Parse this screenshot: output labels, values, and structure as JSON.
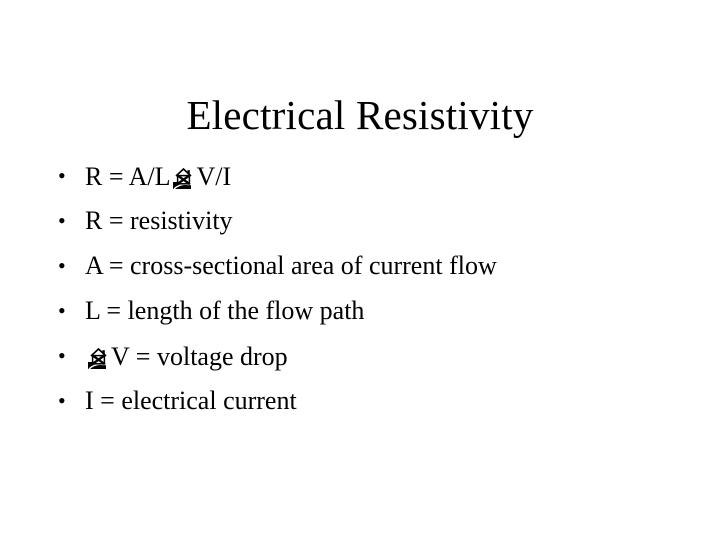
{
  "slide": {
    "title": "Electrical Resistivity",
    "background_color": "#ffffff",
    "text_color": "#000000",
    "bullet_marker": "•",
    "bullets": [
      {
        "id": "resistivity-formula",
        "parts": [
          {
            "type": "text",
            "value": "R = A/L "
          },
          {
            "type": "icon",
            "icon": "broken-object-icon",
            "intended_character": "Δ"
          },
          {
            "type": "text",
            "value": "V/I"
          }
        ],
        "plain_text": "R = A/L ΔV/I"
      },
      {
        "id": "definition-r",
        "parts": [
          {
            "type": "text",
            "value": "R = resistivity"
          }
        ],
        "plain_text": "R = resistivity"
      },
      {
        "id": "definition-a",
        "parts": [
          {
            "type": "text",
            "value": "A = cross-sectional area of current flow"
          }
        ],
        "plain_text": "A = cross-sectional area of current flow"
      },
      {
        "id": "definition-l",
        "parts": [
          {
            "type": "text",
            "value": "L = length of the flow path"
          }
        ],
        "plain_text": "L = length of the flow path"
      },
      {
        "id": "definition-delta-v",
        "parts": [
          {
            "type": "icon",
            "icon": "broken-object-icon",
            "intended_character": "Δ"
          },
          {
            "type": "text",
            "value": "V = voltage drop"
          }
        ],
        "plain_text": "ΔV = voltage drop"
      },
      {
        "id": "definition-i",
        "parts": [
          {
            "type": "text",
            "value": "I = electrical current"
          }
        ],
        "plain_text": "I = electrical current"
      }
    ]
  }
}
